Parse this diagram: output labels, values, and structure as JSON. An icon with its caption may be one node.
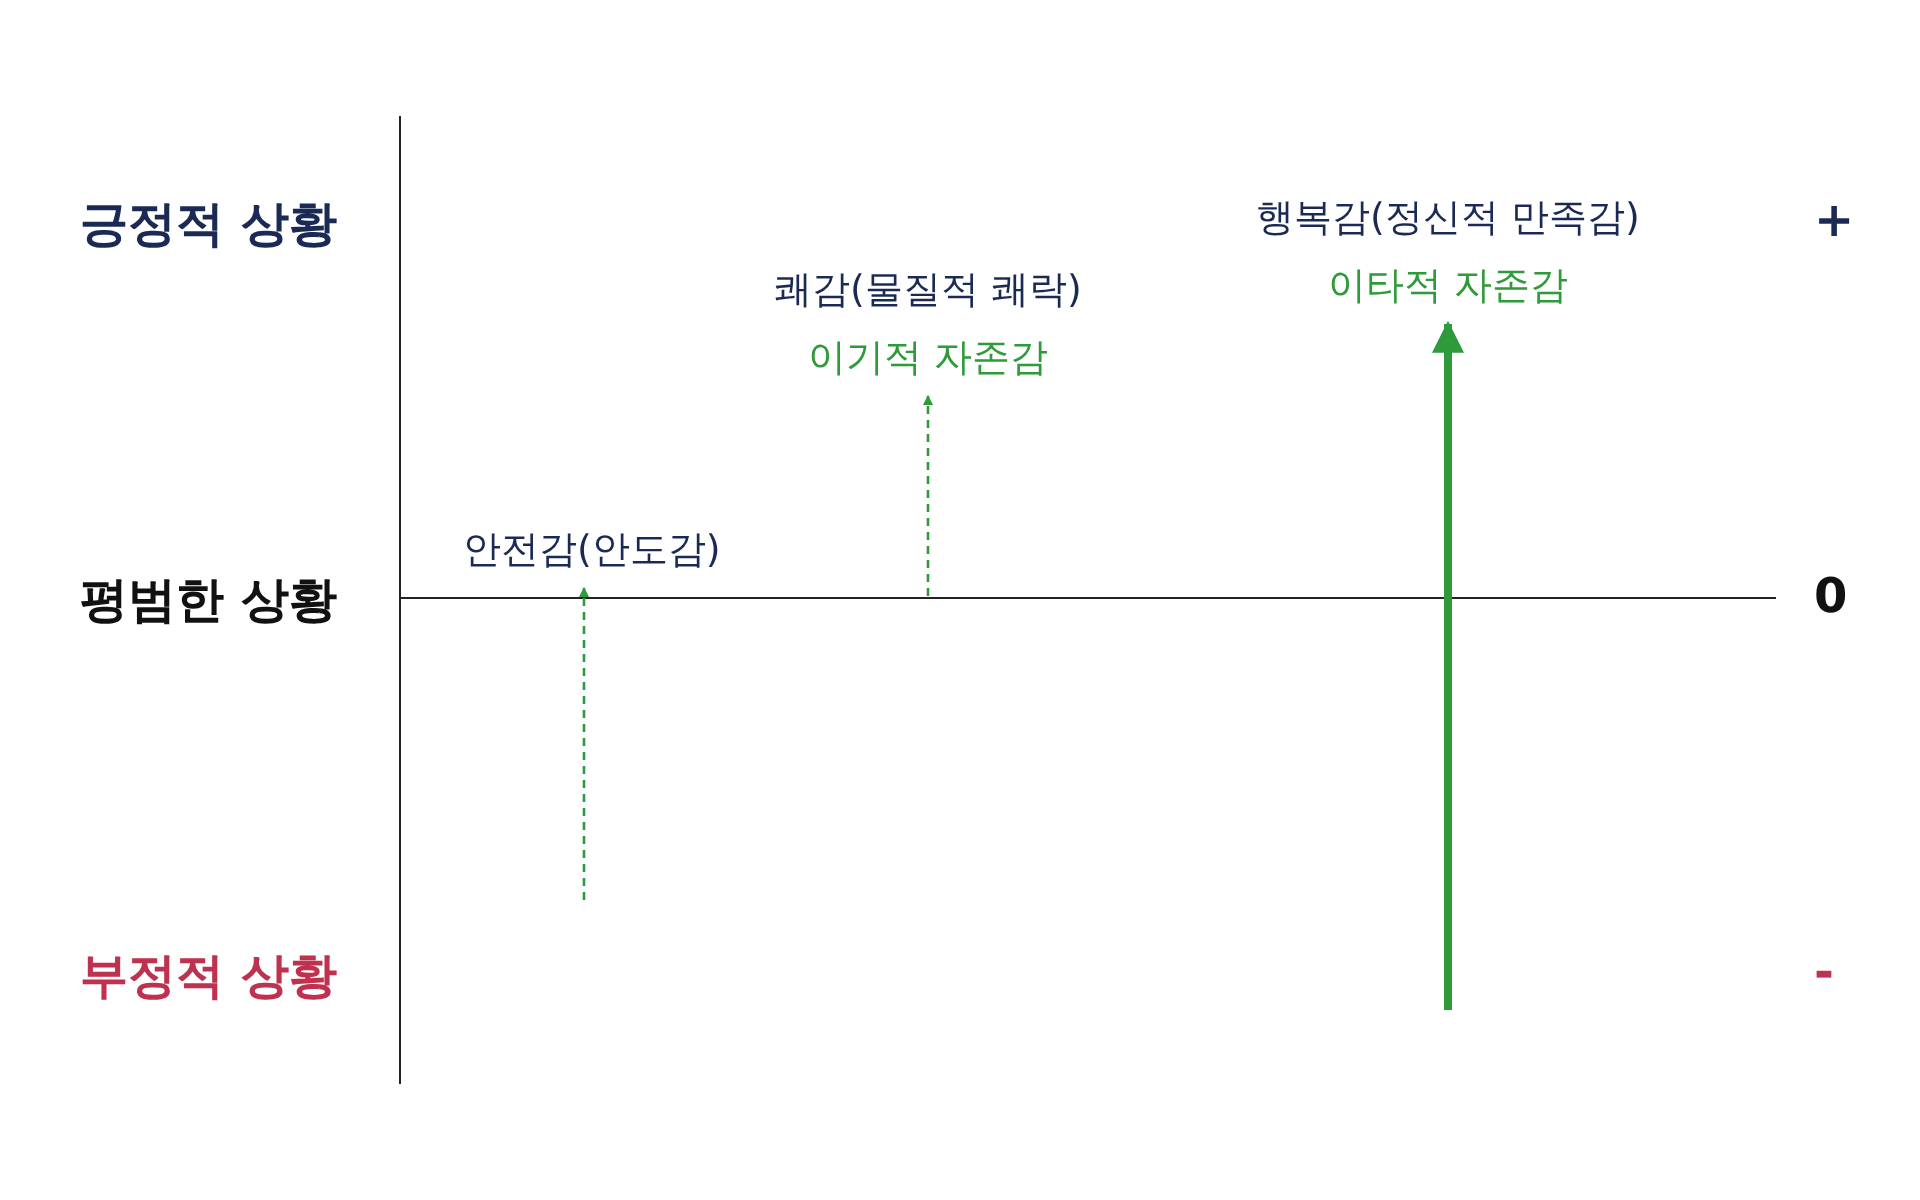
{
  "diagram": {
    "nodes": [
      {
        "text": [
          "안전감(안도감)"
        ]
      },
      {
        "text": [
          "쾌감(물질적 쾌락)",
          "이기적 자존감"
        ]
      },
      {
        "text": [
          "행복감(정신적 만족감)",
          "이타적 자존감"
        ]
      }
    ],
    "edges": [
      {
        "from": null,
        "to": 0,
        "arrow": "to",
        "style": "dashed"
      },
      {
        "from": null,
        "to": 1,
        "arrow": "to",
        "style": "dashed"
      },
      {
        "from": null,
        "to": 2,
        "arrow": "to",
        "style": "thick"
      }
    ],
    "labels": [
      "긍정적 상황",
      "+",
      "평범한 상황",
      "0",
      "부정적 상황",
      "-"
    ]
  }
}
